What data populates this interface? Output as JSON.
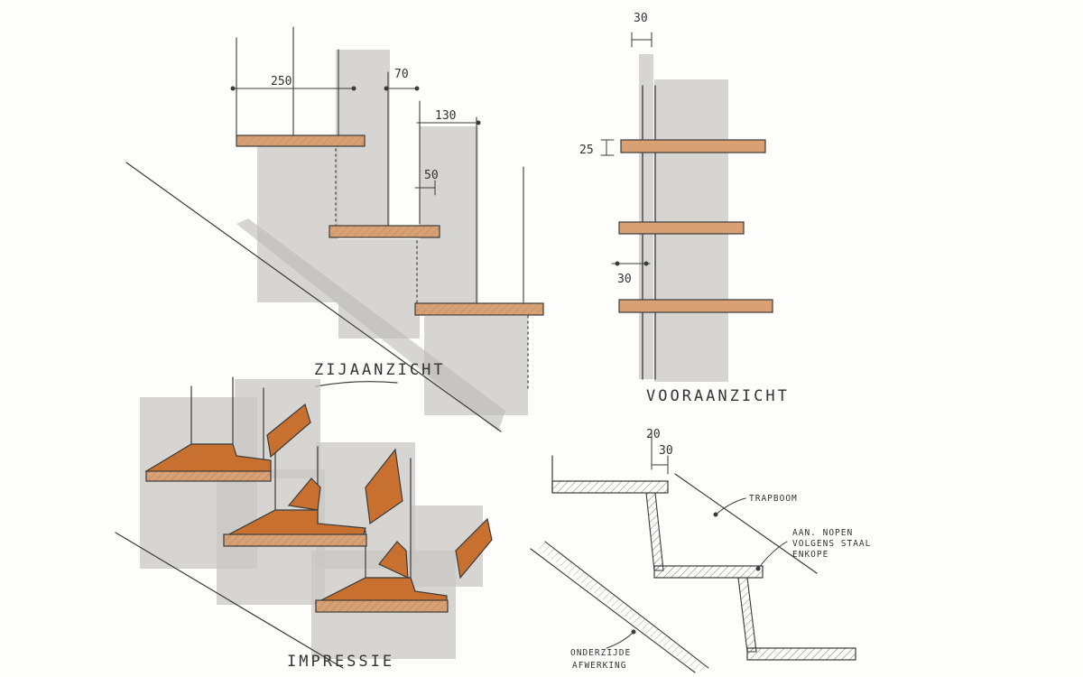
{
  "sheet": {
    "colors": {
      "paper": "#fdfdfc",
      "ink": "#3a3a3a",
      "grey_wash": "#c9c7c4",
      "light_wood": "#d9a173",
      "dark_wood": "#c8702f"
    }
  },
  "side_view": {
    "title": "ZIJAANZICHT",
    "dims": {
      "tread_depth": "250",
      "wall_gap": "70",
      "overlap": "130",
      "offset": "50"
    }
  },
  "front_view": {
    "title": "VOORAANZICHT",
    "dims": {
      "wall_thickness": "30",
      "tread_thickness": "25",
      "spacing": "30"
    }
  },
  "impression": {
    "title": "IMPRESSIE"
  },
  "detail": {
    "dims": {
      "top_a": "20",
      "top_b": "30"
    },
    "labels": {
      "stringer": "TRAPBOOM",
      "notch_line1": "AAN. NOPEN",
      "notch_line2": "VOLGENS STAAL",
      "notch_line3": "ENKOPE",
      "finish_line1": "ONDERZIJDE",
      "finish_line2": "AFWERKING"
    }
  }
}
